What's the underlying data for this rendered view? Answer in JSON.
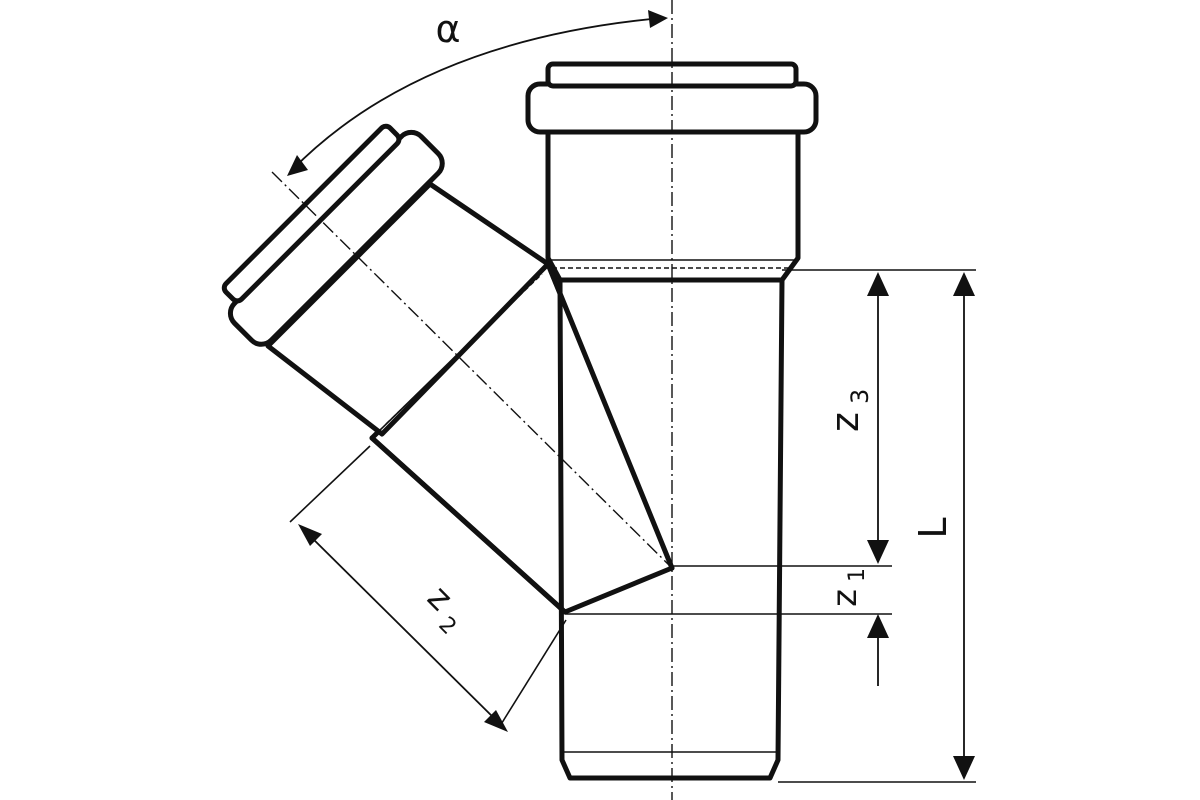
{
  "labels": {
    "angle": "α",
    "z3": {
      "main": "z",
      "sub": "3"
    },
    "z1": {
      "main": "z",
      "sub": "1"
    },
    "z2": {
      "main": "z",
      "sub": "2"
    },
    "length": "L"
  },
  "colors": {
    "line": "#111111",
    "background": "#ffffff"
  }
}
